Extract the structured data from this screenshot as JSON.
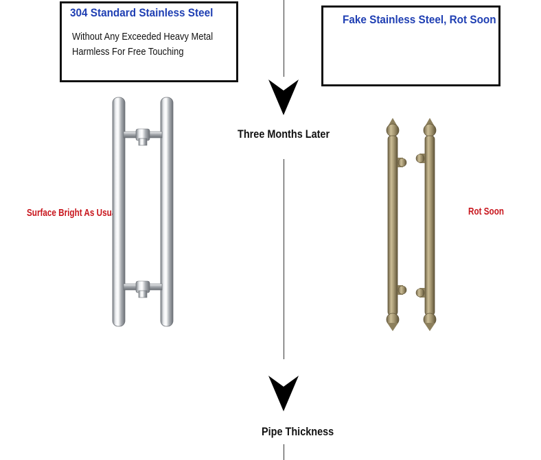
{
  "left_panel": {
    "title": "304 Standard Stainless Steel",
    "line1": "Without Any Exceeded Heavy Metal",
    "line2": "Harmless For Free Touching",
    "label": "Surface Bright As Usual"
  },
  "right_panel": {
    "title": "Fake Stainless Steel, Rot Soon",
    "label": "Rot Soon"
  },
  "middle": {
    "caption_top": "Three Months Later",
    "caption_bottom": "Pipe Thickness"
  },
  "colors": {
    "title_blue": "#1f3fb3",
    "label_red": "#c8161d",
    "steel": "#c9ccd0",
    "bronze": "#a89a74"
  },
  "icons": {
    "arrow": "arrow-down-icon"
  }
}
